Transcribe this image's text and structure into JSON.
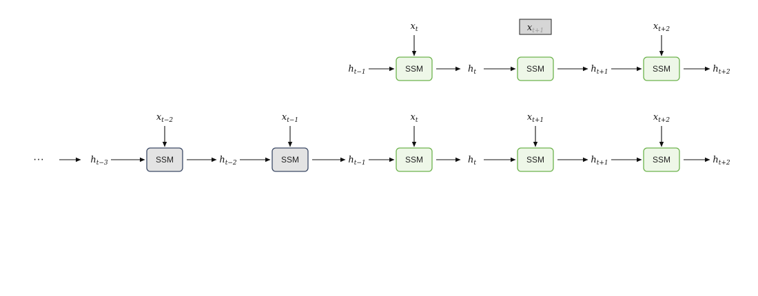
{
  "colors": {
    "active_fill": "#eef7e8",
    "active_stroke": "#6db34d",
    "frozen_fill": "#e3e3e3",
    "frozen_stroke": "#3c4a66",
    "masked_fill": "#d6d6d6",
    "masked_stroke": "#333333",
    "masked_text": "#9a9a9a",
    "arrow": "#111111"
  },
  "ssm_label": "SSM",
  "ellipsis": "···",
  "top_row": {
    "states": [
      {
        "base": "h",
        "sub": "t−1"
      },
      {
        "base": "h",
        "sub": "t"
      },
      {
        "base": "h",
        "sub": "t+1"
      },
      {
        "base": "h",
        "sub": "t+2"
      }
    ],
    "blocks": [
      {
        "style": "active",
        "input": {
          "base": "x",
          "sub": "t"
        },
        "input_masked": false
      },
      {
        "style": "active",
        "input": {
          "base": "x",
          "sub": "t+1"
        },
        "input_masked": true
      },
      {
        "style": "active",
        "input": {
          "base": "x",
          "sub": "t+2"
        },
        "input_masked": false
      }
    ]
  },
  "bottom_row": {
    "leading_ellipsis": true,
    "states": [
      {
        "base": "h",
        "sub": "t−3"
      },
      {
        "base": "h",
        "sub": "t−2"
      },
      {
        "base": "h",
        "sub": "t−1"
      },
      {
        "base": "h",
        "sub": "t"
      },
      {
        "base": "h",
        "sub": "t+1"
      },
      {
        "base": "h",
        "sub": "t+2"
      }
    ],
    "blocks": [
      {
        "style": "frozen",
        "input": {
          "base": "x",
          "sub": "t−2"
        },
        "input_masked": false
      },
      {
        "style": "frozen",
        "input": {
          "base": "x",
          "sub": "t−1"
        },
        "input_masked": false
      },
      {
        "style": "active",
        "input": {
          "base": "x",
          "sub": "t"
        },
        "input_masked": false
      },
      {
        "style": "active",
        "input": {
          "base": "x",
          "sub": "t+1"
        },
        "input_masked": false
      },
      {
        "style": "active",
        "input": {
          "base": "x",
          "sub": "t+2"
        },
        "input_masked": false
      }
    ]
  }
}
